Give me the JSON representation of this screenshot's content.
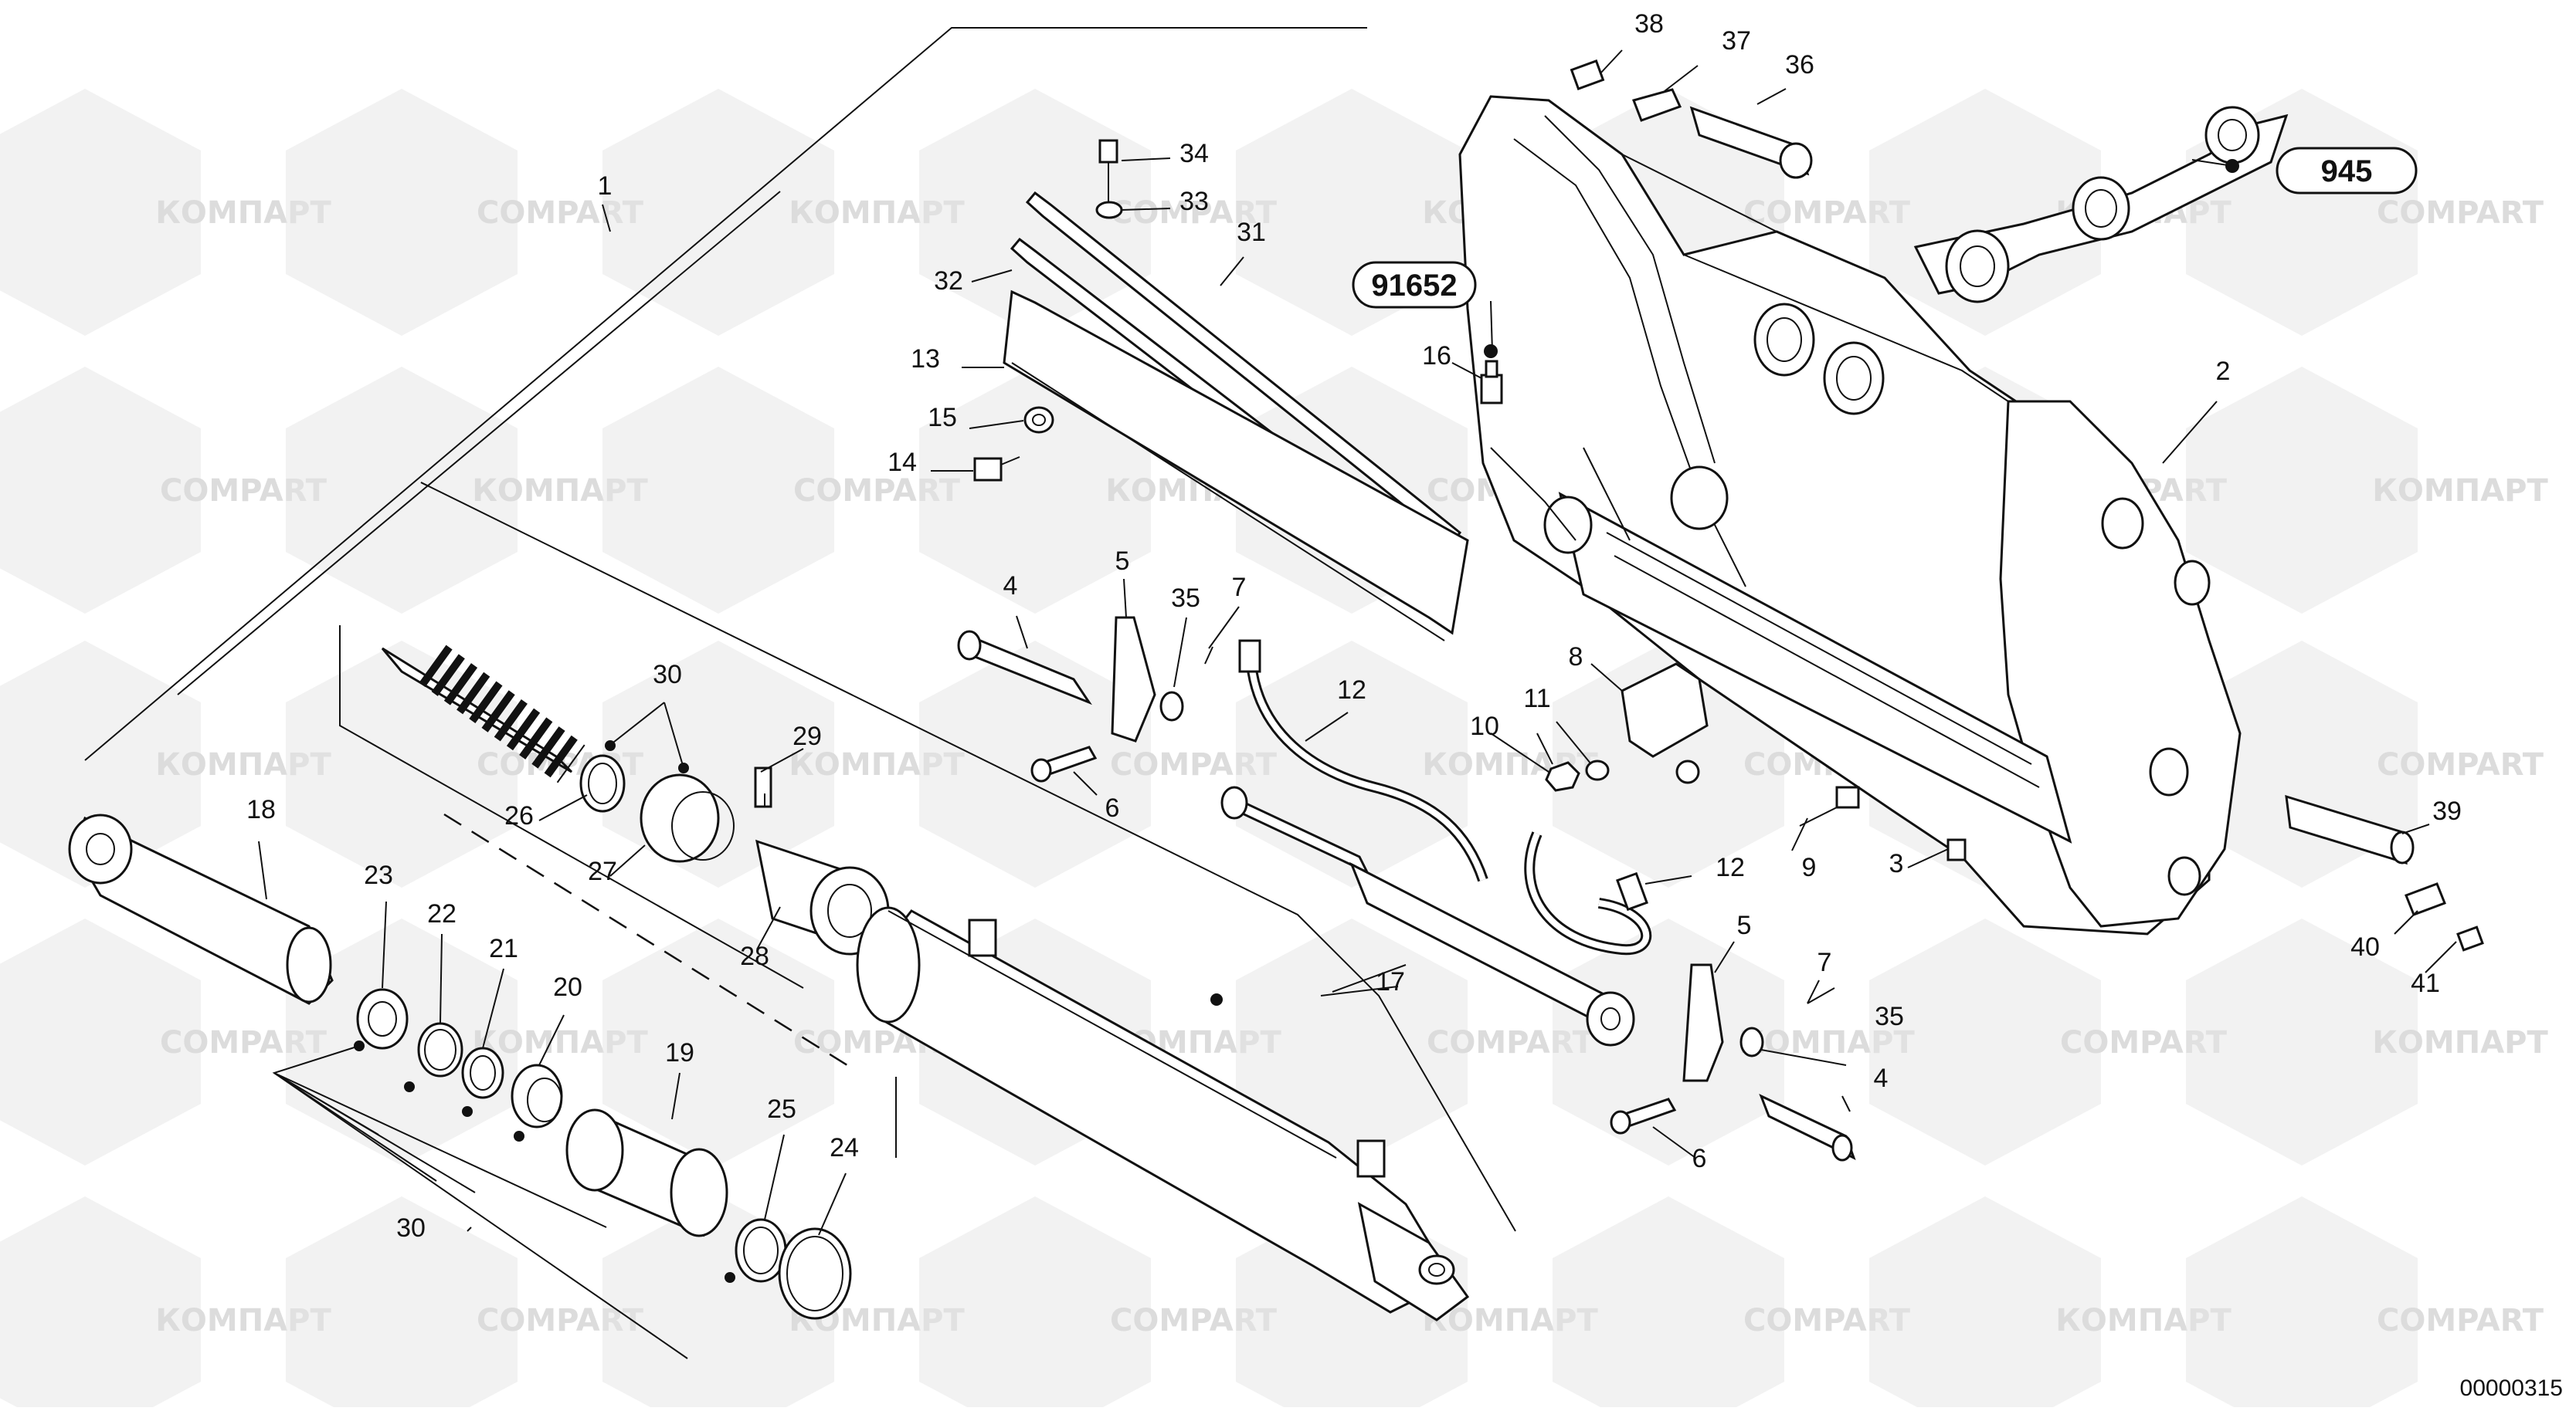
{
  "diagram": {
    "watermark_text": [
      "КОМПАРТ",
      "COMPART"
    ],
    "document_number": "00000315",
    "reference_badges": [
      "91652",
      "945"
    ],
    "callouts": [
      "1",
      "2",
      "3",
      "4",
      "5",
      "6",
      "7",
      "8",
      "9",
      "10",
      "11",
      "12",
      "13",
      "14",
      "15",
      "16",
      "17",
      "18",
      "19",
      "20",
      "21",
      "22",
      "23",
      "24",
      "25",
      "26",
      "27",
      "28",
      "29",
      "30",
      "31",
      "32",
      "33",
      "34",
      "35",
      "36",
      "37",
      "38",
      "39",
      "40",
      "41"
    ]
  }
}
